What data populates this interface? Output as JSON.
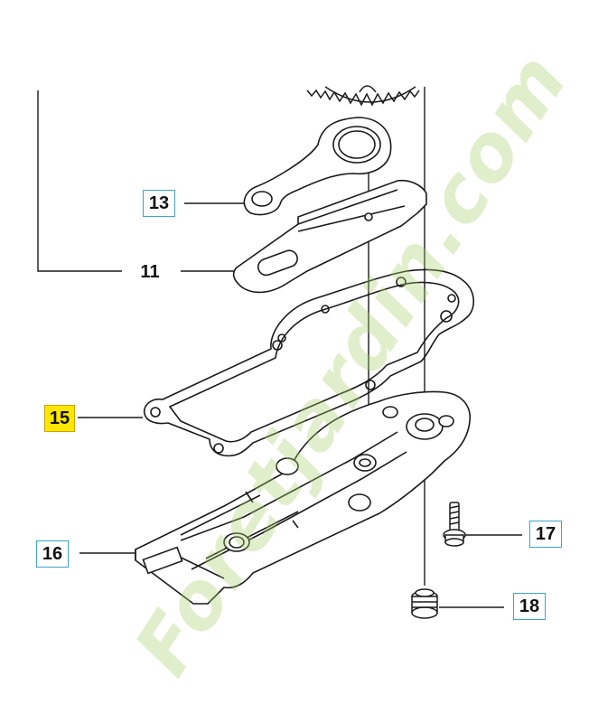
{
  "watermark": "Foretjardin.com",
  "callouts": [
    {
      "id": "13",
      "label": "13",
      "style": "boxed"
    },
    {
      "id": "11",
      "label": "11",
      "style": "plain"
    },
    {
      "id": "15",
      "label": "15",
      "style": "highlight"
    },
    {
      "id": "16",
      "label": "16",
      "style": "boxed"
    },
    {
      "id": "17",
      "label": "17",
      "style": "boxed"
    },
    {
      "id": "18",
      "label": "18",
      "style": "boxed"
    }
  ],
  "colors": {
    "line": "#1a1a1a",
    "callout_border": "#3aa6c9",
    "highlight": "#ffe600",
    "watermark": "#aacd6e"
  }
}
